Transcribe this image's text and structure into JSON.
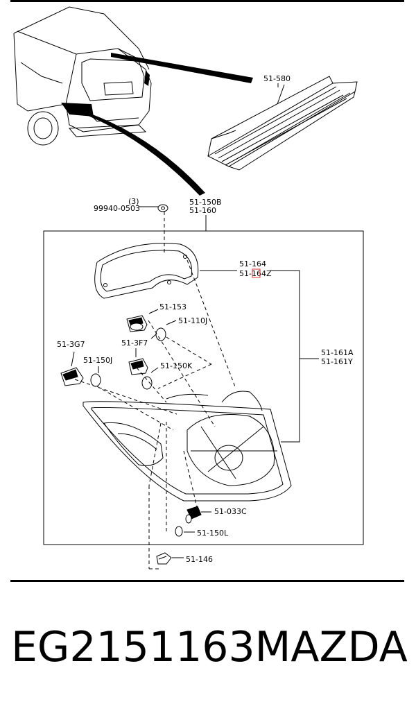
{
  "labels": {
    "p580": "51-580",
    "p150b": "51-150B",
    "p160": "51-160",
    "qty": "(3)",
    "p99940": "99940-0503",
    "p164": "51-164",
    "p164z": "51-164Z",
    "p153": "51-153",
    "p110j": "51-110J",
    "p3g7": "51-3G7",
    "p3f7": "51-3F7",
    "p150j": "51-150J",
    "p150k": "51-150K",
    "p161a": "51-161A",
    "p161y": "51-161Y",
    "p033c": "51-033C",
    "p150l": "51-150L",
    "p146": "51-146"
  },
  "caption": {
    "part_number": "EG2151163",
    "brand": "MAZDA"
  },
  "colors": {
    "line": "#000000",
    "highlight": "#e03030"
  }
}
